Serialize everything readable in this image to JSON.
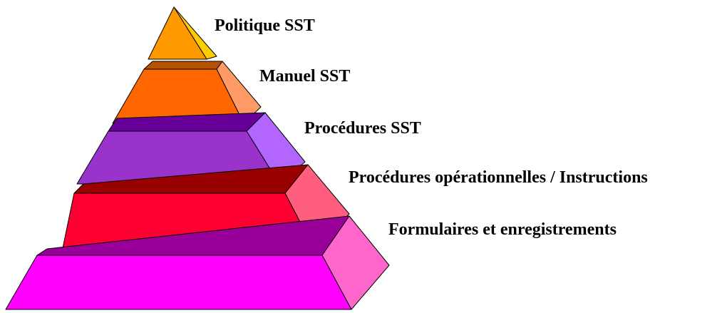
{
  "levels": [
    {
      "label": "Politique SST",
      "front": "#FF9900",
      "side": "#FFCC00",
      "top": "#FF9900"
    },
    {
      "label": "Manuel SST",
      "front": "#FF6600",
      "side": "#FF9966",
      "top": "#B35200"
    },
    {
      "label": "Procédures SST",
      "front": "#9933CC",
      "side": "#B266FF",
      "top": "#660099"
    },
    {
      "label": "Procédures opérationnelles / Instructions",
      "front": "#FF0033",
      "side": "#FF5E7E",
      "top": "#990000"
    },
    {
      "label": "Formulaires et enregistrements",
      "front": "#FF00FF",
      "side": "#FF66CC",
      "top": "#990099"
    }
  ]
}
